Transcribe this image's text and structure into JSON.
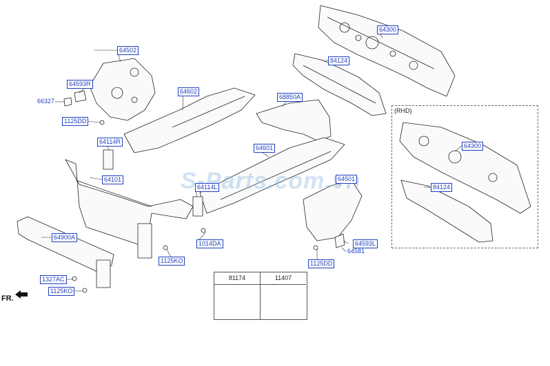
{
  "labels": {
    "l64300a": "64300",
    "l84124a": "84124",
    "l64502": "64502",
    "l64593r": "64593R",
    "l66327": "66327",
    "l68850a": "68850A",
    "l64602": "64602",
    "l1125dd_l": "1125DD",
    "l64114r": "64114R",
    "l64601": "64601",
    "l64101": "64101",
    "l64114l": "64114L",
    "l64501": "64501",
    "l64900a": "64900A",
    "l1014da": "1014DA",
    "l64593l": "64593L",
    "l64581": "64581",
    "l1125ko_c": "1125KO",
    "l1125dd_r": "1125DD",
    "l1327ac": "1327AC",
    "l1125ko_l": "1125KO",
    "l64300b": "64300",
    "l84124b": "84124"
  },
  "rhd_title": "(RHD)",
  "watermark": "S-Parts.com.vn",
  "front_label": "FR.",
  "legend": {
    "col1": "81174",
    "col2": "11407"
  }
}
